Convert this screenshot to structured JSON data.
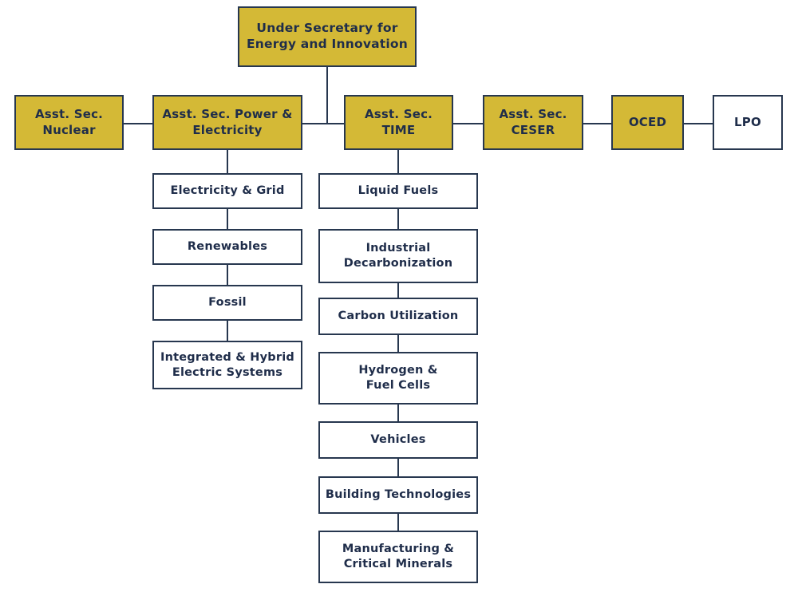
{
  "diagram": {
    "title": "Under Secretary for Energy and Innovation organization chart",
    "colors": {
      "gold_fill": "#d4b936",
      "white_fill": "#ffffff",
      "border": "#27374f",
      "text": "#1f2d4a",
      "background": "#ffffff"
    }
  },
  "root": {
    "label": "Under Secretary for\nEnergy and Innovation",
    "fill": "gold"
  },
  "assistant_secretaries": [
    {
      "label": "Asst. Sec.\nNuclear",
      "fill": "gold"
    },
    {
      "label": "Asst. Sec. Power &\nElectricity",
      "fill": "gold"
    },
    {
      "label": "Asst. Sec.\nTIME",
      "fill": "gold"
    },
    {
      "label": "Asst. Sec.\nCESER",
      "fill": "gold"
    },
    {
      "label": "OCED",
      "fill": "gold"
    },
    {
      "label": "LPO",
      "fill": "white"
    }
  ],
  "power_electricity_offices": [
    {
      "label": "Electricity & Grid",
      "fill": "white"
    },
    {
      "label": "Renewables",
      "fill": "white"
    },
    {
      "label": "Fossil",
      "fill": "white"
    },
    {
      "label": "Integrated & Hybrid\nElectric Systems",
      "fill": "white"
    }
  ],
  "time_offices": [
    {
      "label": "Liquid Fuels",
      "fill": "white"
    },
    {
      "label": "Industrial\nDecarbonization",
      "fill": "white"
    },
    {
      "label": "Carbon Utilization",
      "fill": "white"
    },
    {
      "label": "Hydrogen &\nFuel Cells",
      "fill": "white"
    },
    {
      "label": "Vehicles",
      "fill": "white"
    },
    {
      "label": "Building Technologies",
      "fill": "white"
    },
    {
      "label": "Manufacturing &\nCritical Minerals",
      "fill": "white"
    }
  ]
}
